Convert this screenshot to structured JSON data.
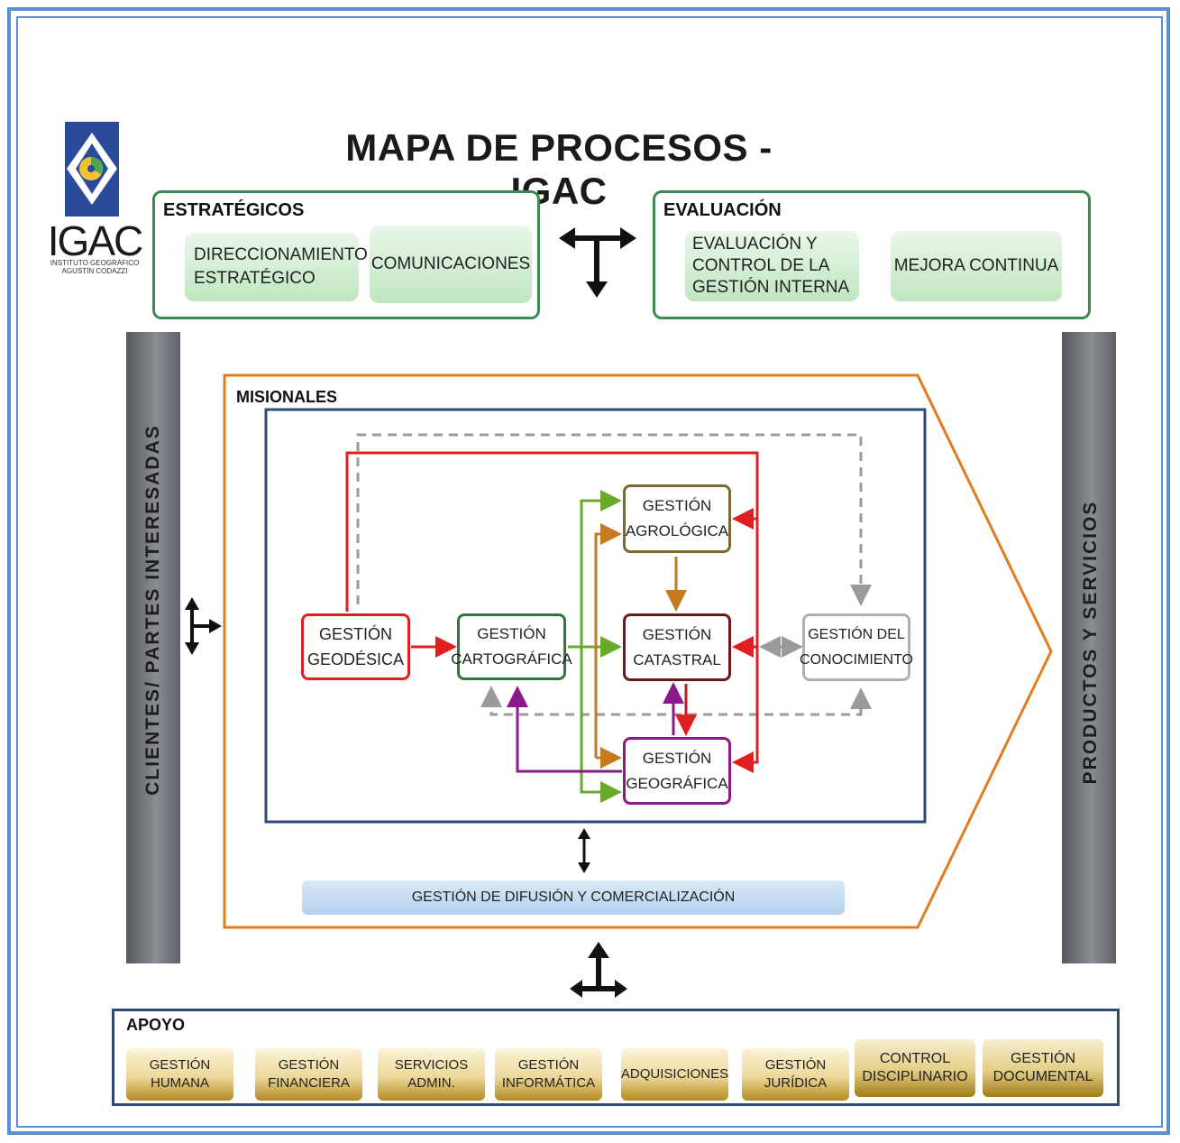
{
  "title": "MAPA DE PROCESOS - IGAC",
  "logo": {
    "name": "IGAC",
    "subtitle_line1": "INSTITUTO GEOGRÁFICO",
    "subtitle_line2": "AGUSTÍN CODAZZI"
  },
  "estrategicos": {
    "label": "ESTRATÉGICOS",
    "items": [
      {
        "line1": "DIRECCIONAMIENTO",
        "line2": "ESTRATÉGICO"
      },
      {
        "line1": "COMUNICACIONES"
      }
    ]
  },
  "evaluacion": {
    "label": "EVALUACIÓN",
    "items": [
      {
        "line1": "EVALUACIÓN Y",
        "line2": "CONTROL DE LA",
        "line3": "GESTIÓN INTERNA"
      },
      {
        "line1": "MEJORA CONTINUA"
      }
    ]
  },
  "left_bar": "CLIENTES/ PARTES INTERESADAS",
  "right_bar": "PRODUCTOS Y SERVICIOS",
  "misionales": {
    "label": "MISIONALES",
    "nodes": {
      "geodesica": {
        "line1": "GESTIÓN",
        "line2": "GEODÉSICA"
      },
      "cartografica": {
        "line1": "GESTIÓN",
        "line2": "CARTOGRÁFICA"
      },
      "agrologica": {
        "line1": "GESTIÓN",
        "line2": "AGROLÓGICA"
      },
      "catastral": {
        "line1": "GESTIÓN",
        "line2": "CATASTRAL"
      },
      "geografica": {
        "line1": "GESTIÓN",
        "line2": "GEOGRÁFICA"
      },
      "conocimiento": {
        "line1": "GESTIÓN DEL",
        "line2": "CONOCIMIENTO"
      }
    },
    "difusion": "GESTIÓN DE DIFUSIÓN Y COMERCIALIZACIÓN"
  },
  "apoyo": {
    "label": "APOYO",
    "items": [
      {
        "line1": "GESTIÓN",
        "line2": "HUMANA"
      },
      {
        "line1": "GESTIÓN",
        "line2": "FINANCIERA"
      },
      {
        "line1": "SERVICIOS",
        "line2": "ADMIN."
      },
      {
        "line1": "GESTIÓN",
        "line2": "INFORMÁTICA"
      },
      {
        "line1": "ADQUISICIONES"
      },
      {
        "line1": "GESTIÓN",
        "line2": "JURÍDICA"
      },
      {
        "line1": "CONTROL",
        "line2": "DISCIPLINARIO"
      },
      {
        "line1": "GESTIÓN",
        "line2": "DOCUMENTAL"
      }
    ]
  },
  "colors": {
    "frame": "#5b8fd6",
    "strategic_border": "#3b8a55",
    "misional_border": "#e07b1f",
    "inner_border": "#2e4a78",
    "geodesica": "#e02020",
    "cartografica": "#2f7a3a",
    "agrologica": "#7a6a30",
    "catastral": "#6b1a1a",
    "geografica": "#8a1a8a",
    "conocimiento": "#8a8a8a"
  }
}
